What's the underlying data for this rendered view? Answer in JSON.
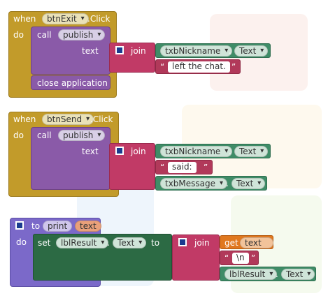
{
  "block1": {
    "when": "when",
    "component": "btnExit",
    "event": ".Click",
    "do": "do",
    "call": "call",
    "procedure": "publish",
    "text_param": "text",
    "join": "join",
    "nickname_component": "txbNickname",
    "property": "Text",
    "string": "left the chat.",
    "close": "close application"
  },
  "block2": {
    "when": "when",
    "component": "btnSend",
    "event": ".Click",
    "do": "do",
    "call": "call",
    "procedure": "publish",
    "text_param": "text",
    "join": "join",
    "nickname_component": "txbNickname",
    "property": "Text",
    "string": "said: ",
    "message_component": "txbMessage",
    "message_property": "Text"
  },
  "block3": {
    "to": "to",
    "procedure": "print",
    "param": "text",
    "do": "do",
    "set": "set",
    "component": "lblResult",
    "property": "Text",
    "to2": "to",
    "join": "join",
    "get": "get",
    "get_var": "text",
    "string": "\\n",
    "result_component": "lblResult",
    "result_property": "Text"
  },
  "colors": {
    "event": "#c29b2a",
    "procedure_def": "#7b69c9",
    "call": "#8a5aa8",
    "join": "#c13a66",
    "component": "#3f8c67",
    "set": "#2c6a44",
    "text": "#b1395a",
    "get": "#e0781f"
  }
}
